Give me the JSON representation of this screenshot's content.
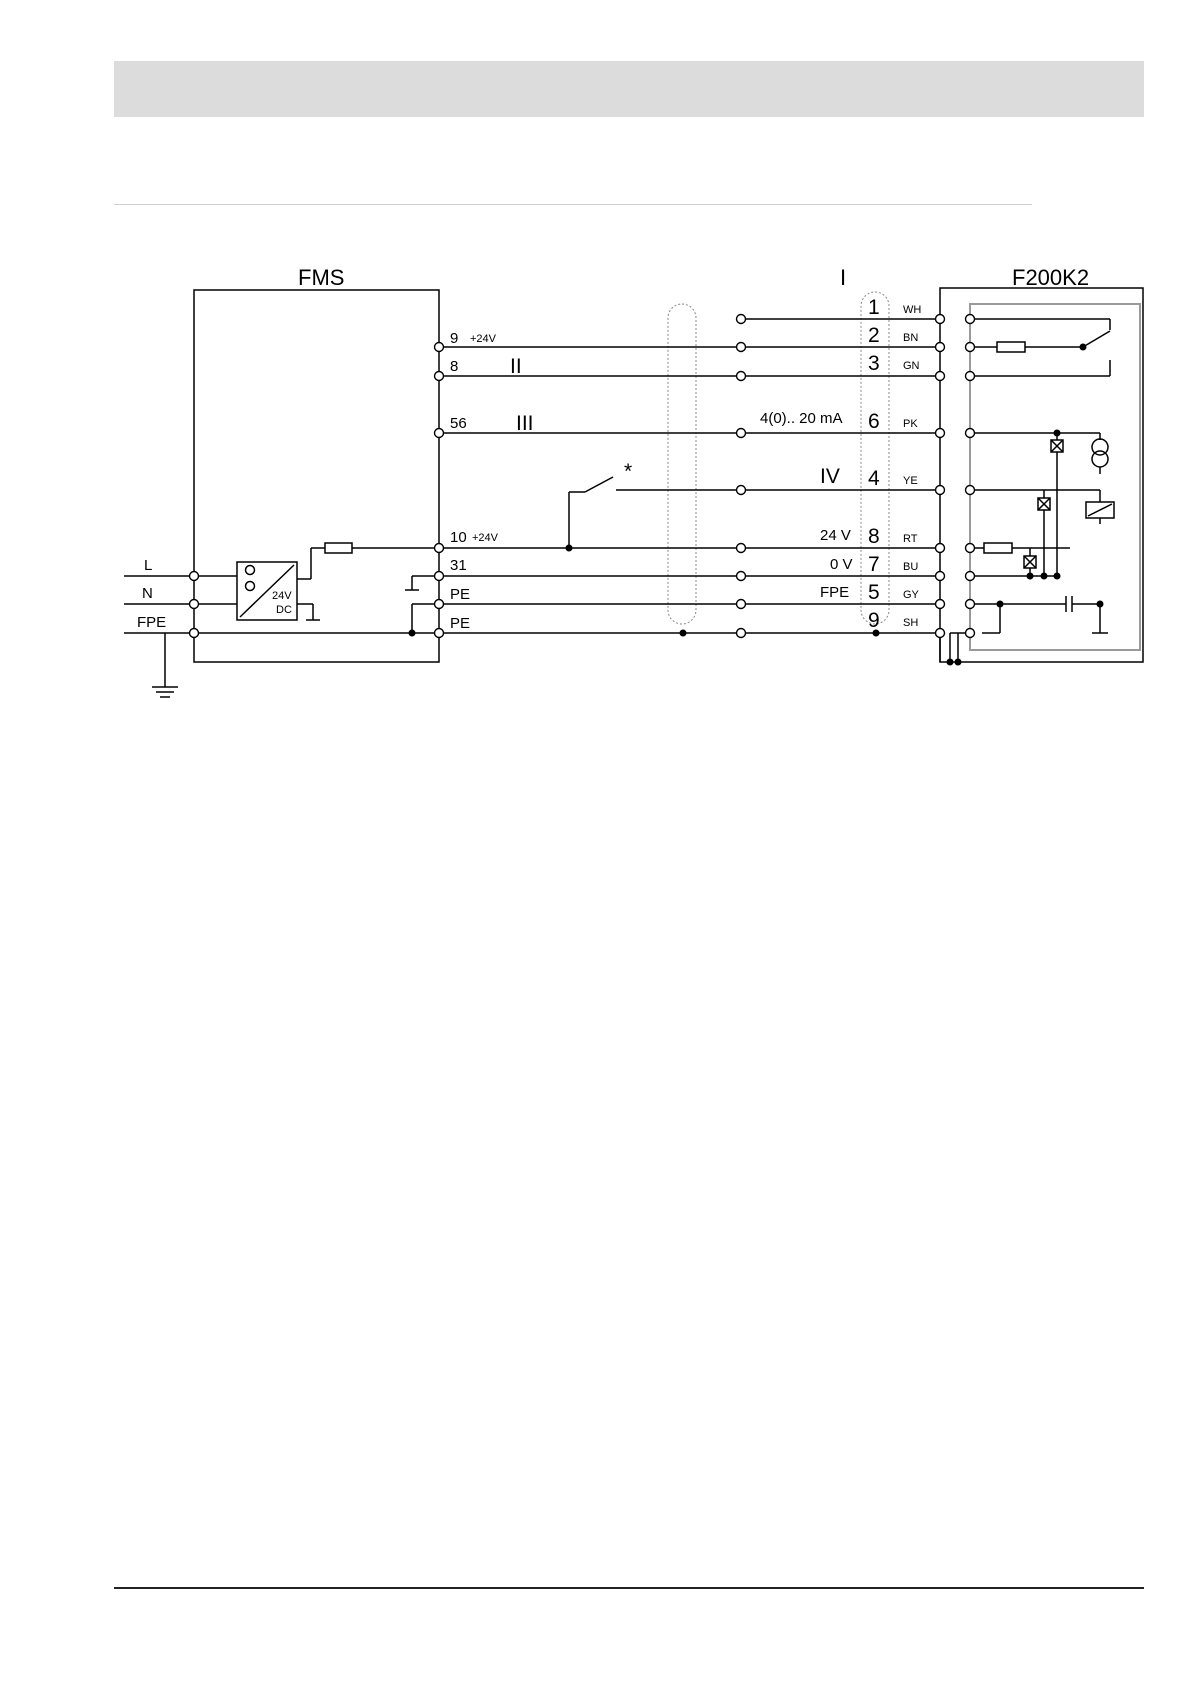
{
  "diagram": {
    "fms_title": "FMS",
    "device_title": "F200K2",
    "cable_label": "I",
    "roman": {
      "ii": "II",
      "iii": "III",
      "iv": "IV"
    },
    "star": "*",
    "fms_terminals": [
      {
        "num": "9",
        "sup": "+24V"
      },
      {
        "num": "8",
        "sup": ""
      },
      {
        "num": "56",
        "sup": ""
      },
      {
        "num": "10",
        "sup": "+24V"
      },
      {
        "num": "31",
        "sup": ""
      },
      {
        "num": "PE",
        "sup": ""
      },
      {
        "num": "PE",
        "sup": ""
      }
    ],
    "mains": [
      "L",
      "N",
      "FPE"
    ],
    "psu": {
      "volt": "24V",
      "type": "DC"
    },
    "pins": [
      "1",
      "2",
      "3",
      "6",
      "4",
      "8",
      "7",
      "5",
      "9"
    ],
    "signals": {
      "ma": "4(0).. 20 mA",
      "v24": "24 V",
      "v0": "0 V",
      "fpe": "FPE"
    },
    "colors": [
      "WH",
      "BN",
      "GN",
      "PK",
      "YE",
      "RT",
      "BU",
      "GY",
      "SH"
    ]
  }
}
